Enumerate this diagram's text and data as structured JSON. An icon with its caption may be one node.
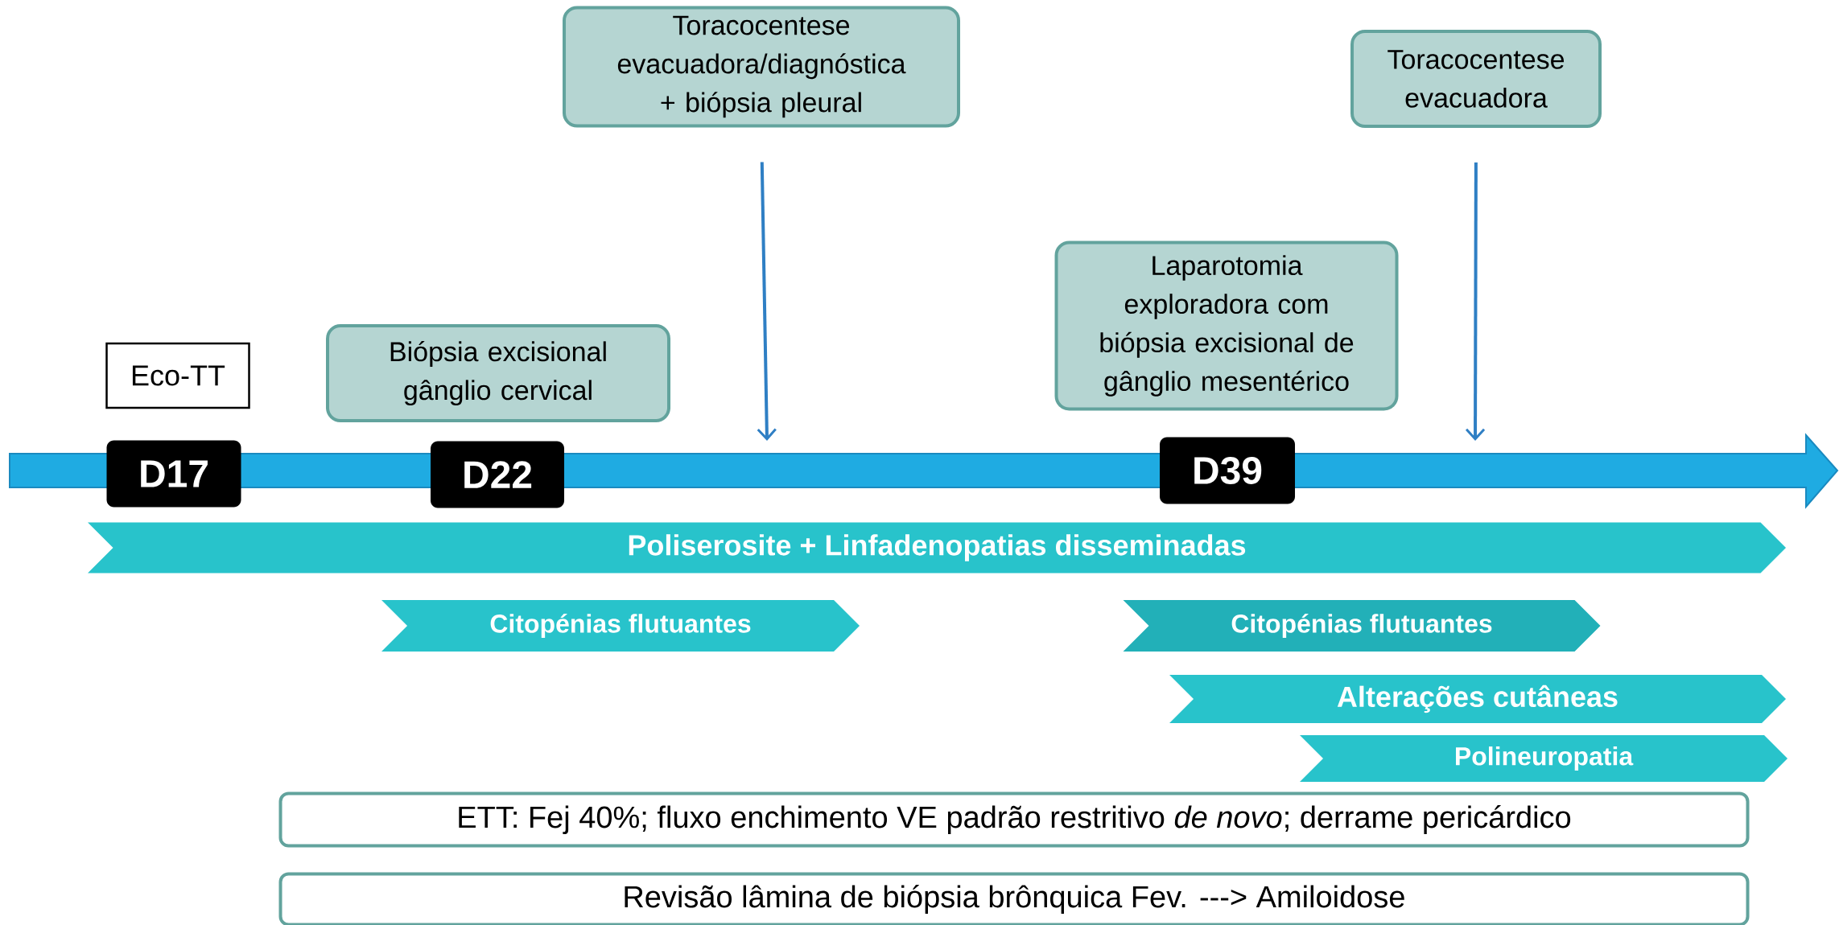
{
  "diagram": {
    "nodes": [
      {
        "text": [
          "Toracocentese evacuadora/diagnóstica + biópsia pleural"
        ]
      },
      {
        "text": [
          "Toracocentese evacuadora"
        ]
      },
      {
        "text": [
          "Laparotomia exploradora com biópsia excisional de gânglio mesentérico"
        ]
      },
      {
        "text": [
          "Eco-TT"
        ]
      },
      {
        "text": [
          "Biópsia excisional gânglio cervical"
        ]
      },
      {
        "text": [
          "D17"
        ]
      },
      {
        "text": [
          "D22"
        ]
      },
      {
        "text": [
          "D39"
        ]
      },
      {
        "text": [
          "Poliserosite + Linfadenopatias disseminadas"
        ]
      },
      {
        "text": [
          "Citopénias flutuantes"
        ]
      },
      {
        "text": [
          "Citopénias flutuantes"
        ]
      },
      {
        "text": [
          "Alterações cutâneas"
        ]
      },
      {
        "text": [
          "Polineuropatia"
        ]
      },
      {
        "text": [
          "ETT: Fej 40%; fluxo enchimento VE padrão restritivo *de novo*; derrame pericárdico"
        ]
      },
      {
        "text": [
          "Revisão lâmina de biópsia brônquica Fev. ---> Amiloidose"
        ]
      }
    ],
    "edges": [
      {
        "from": 0,
        "to": null,
        "arrow": "to"
      },
      {
        "from": 1,
        "to": null,
        "arrow": "to"
      }
    ]
  }
}
